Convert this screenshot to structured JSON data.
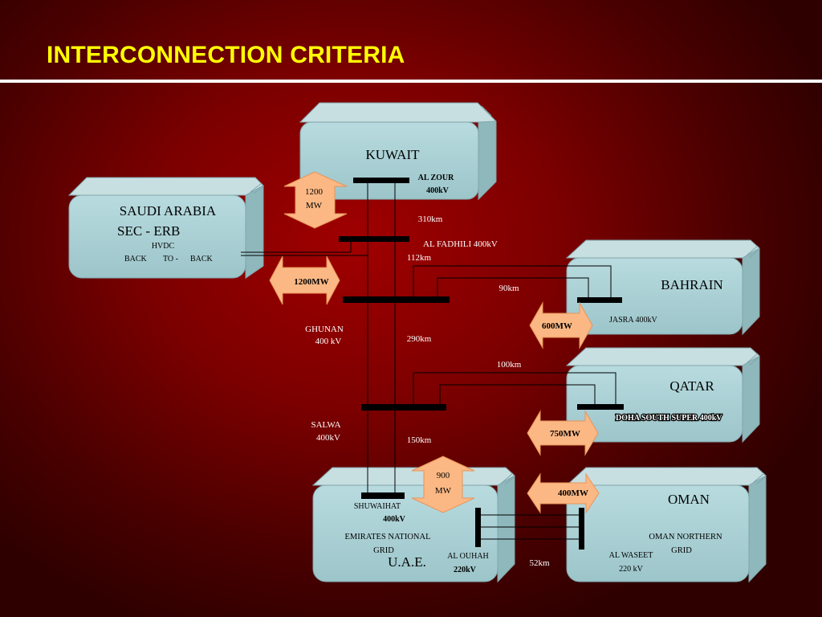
{
  "title": "INTERCONNECTION CRITERIA",
  "colors": {
    "title": "#ffff00",
    "box_face": "#a9cfd3",
    "arrow_fill": "#fbb884",
    "bus": "#000000",
    "line": "#000000"
  },
  "countries": {
    "kuwait": "KUWAIT",
    "saudi": {
      "name": "SAUDI ARABIA",
      "line2": "SEC -  ERB",
      "hvdc": "HVDC",
      "btb1": "BACK",
      "btb2": "TO -",
      "btb3": "BACK"
    },
    "bahrain": "BAHRAIN",
    "qatar": "QATAR",
    "oman": {
      "name": "OMAN",
      "grid1": "OMAN NORTHERN",
      "grid2": "GRID"
    },
    "uae": {
      "name": "U.A.E.",
      "grid1": "EMIRATES NATIONAL",
      "grid2": "GRID"
    }
  },
  "substations": {
    "al_zour": {
      "name": "AL ZOUR",
      "kv": "400kV"
    },
    "al_fadhili": "AL FADHILI 400kV",
    "ghunan": {
      "name": "GHUNAN",
      "kv": "400 kV"
    },
    "jasra": "JASRA 400kV",
    "doha_south": "DOHA SOUTH SUPER 400kV",
    "salwa": {
      "name": "SALWA",
      "kv": "400kV"
    },
    "shuwaihat": {
      "name": "SHUWAIHAT",
      "kv": "400kV"
    },
    "al_ouhah": {
      "name": "AL OUHAH",
      "kv": "220kV"
    },
    "al_waseet": {
      "name": "AL WASEET",
      "kv": "220 kV"
    }
  },
  "distances": {
    "d310": "310km",
    "d112": "112km",
    "d90": "90km",
    "d290": "290km",
    "d100": "100km",
    "d150": "150km",
    "d52": "52km"
  },
  "capacities": {
    "kuwait": {
      "l1": "1200",
      "l2": "MW"
    },
    "saudi": "1200MW",
    "bahrain": "600MW",
    "qatar": "750MW",
    "uae": {
      "l1": "900",
      "l2": "MW"
    },
    "oman": "400MW"
  }
}
